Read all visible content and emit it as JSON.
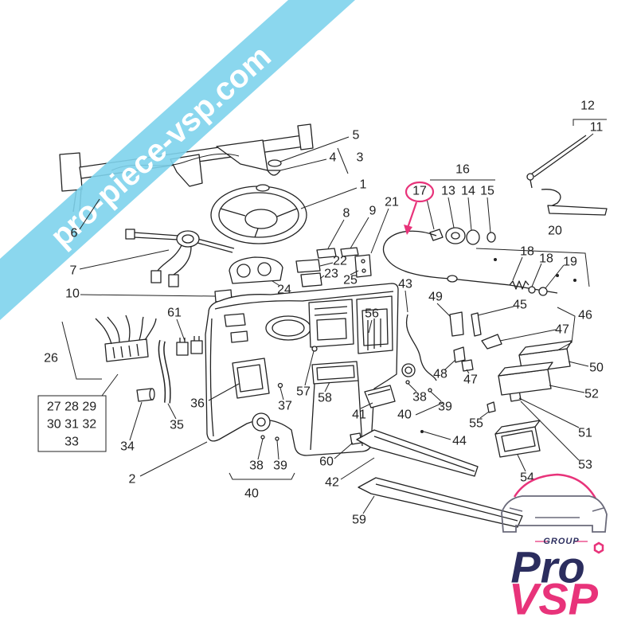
{
  "banner": {
    "text": "pro-piece-vsp.com"
  },
  "callouts": [
    {
      "label": "5"
    },
    {
      "label": "4"
    },
    {
      "label": "3"
    },
    {
      "label": "1"
    },
    {
      "label": "6"
    },
    {
      "label": "7"
    },
    {
      "label": "8"
    },
    {
      "label": "9"
    },
    {
      "label": "21"
    },
    {
      "label": "22"
    },
    {
      "label": "23"
    },
    {
      "label": "25"
    },
    {
      "label": "24"
    },
    {
      "label": "10"
    },
    {
      "label": "16"
    },
    {
      "label": "17",
      "highlighted": true
    },
    {
      "label": "13"
    },
    {
      "label": "14"
    },
    {
      "label": "15"
    },
    {
      "label": "12"
    },
    {
      "label": "11"
    },
    {
      "label": "20"
    },
    {
      "label": "18"
    },
    {
      "label": "18"
    },
    {
      "label": "19"
    },
    {
      "label": "43"
    },
    {
      "label": "45"
    },
    {
      "label": "49"
    },
    {
      "label": "46"
    },
    {
      "label": "47"
    },
    {
      "label": "56"
    },
    {
      "label": "61"
    },
    {
      "label": "26"
    },
    {
      "label": "48"
    },
    {
      "label": "47"
    },
    {
      "label": "50"
    },
    {
      "label": "52"
    },
    {
      "label": "57"
    },
    {
      "label": "58"
    },
    {
      "label": "38"
    },
    {
      "label": "39"
    },
    {
      "label": "40"
    },
    {
      "label": "41"
    },
    {
      "label": "55"
    },
    {
      "label": "51"
    },
    {
      "label": "36"
    },
    {
      "label": "37"
    },
    {
      "label": "34"
    },
    {
      "label": "35"
    },
    {
      "label": "44"
    },
    {
      "label": "60"
    },
    {
      "label": "38"
    },
    {
      "label": "39"
    },
    {
      "label": "53"
    },
    {
      "label": "54"
    },
    {
      "label": "2"
    },
    {
      "label": "40"
    },
    {
      "label": "42"
    },
    {
      "label": "59"
    }
  ],
  "grouped_parts_box": {
    "rows": [
      "27 28 29",
      "30 31 32",
      "33"
    ]
  },
  "logo": {
    "tagline": "GROUP",
    "word_top": "Pro",
    "word_bottom": "VSP"
  },
  "colors": {
    "line": "#222222",
    "highlight": "#e8337a",
    "banner": "#7ed3ec",
    "logo_navy": "#2b2d5e",
    "logo_pink": "#e8337a"
  }
}
